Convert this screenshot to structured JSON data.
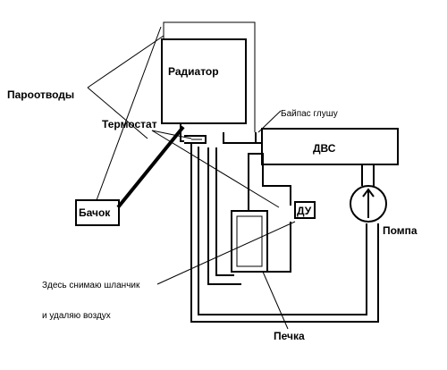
{
  "labels": {
    "radiator": "Радиатор",
    "vapor_lines": "Пароотводы",
    "thermostat": "Термостат",
    "bypass": "Байпас глушу",
    "engine": "ДВС",
    "tank": "Бачок",
    "du": "ДУ",
    "pump": "Помпа",
    "hose_note_1": "Здесь снимаю шланчик",
    "hose_note_2": "и удаляю воздух",
    "heater": "Печка"
  }
}
